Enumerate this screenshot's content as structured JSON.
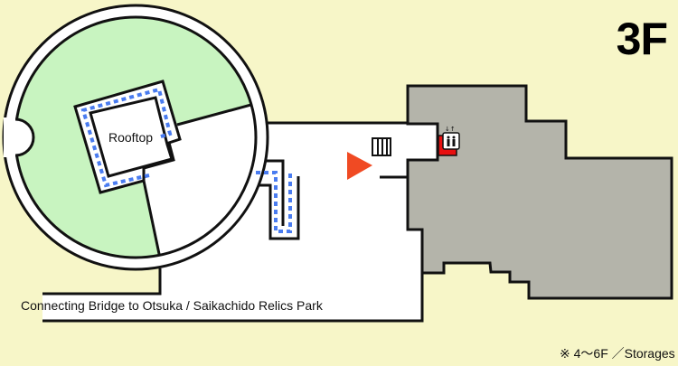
{
  "floor_label": "3F",
  "areas": {
    "rooftop": "Rooftop",
    "bridge": "Connecting Bridge to Otsuka / Saikachido Relics Park"
  },
  "note": "※ 4〜6F ／Storages",
  "icons": [
    "elevator-icon",
    "stairs-icon",
    "current-location-marker",
    "walking-route"
  ],
  "colors": {
    "background": "#f7f6c8",
    "garden": "#c8f4c0",
    "building": "#b4b4aa",
    "route": "#4a7cf0",
    "marker": "#f04a23",
    "elevator": "#e81010"
  }
}
